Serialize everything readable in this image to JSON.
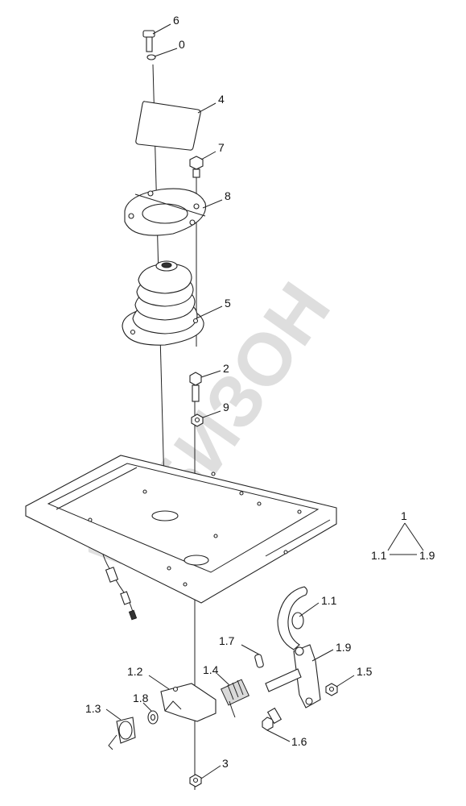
{
  "watermark": {
    "text": "БИЗОН"
  },
  "callouts": {
    "p6": "6",
    "p0": "0",
    "p4": "4",
    "p7": "7",
    "p8": "8",
    "p5": "5",
    "p2": "2",
    "p9": "9",
    "p3": "3",
    "p1_1": "1.1",
    "p1_9": "1.9",
    "p1_7": "1.7",
    "p1_4": "1.4",
    "p1_2": "1.2",
    "p1_5": "1.5",
    "p1_8": "1.8",
    "p1_3": "1.3",
    "p1_6": "1.6"
  },
  "assembly_legend": {
    "top": "1",
    "left": "1.1",
    "right": "1.9"
  }
}
